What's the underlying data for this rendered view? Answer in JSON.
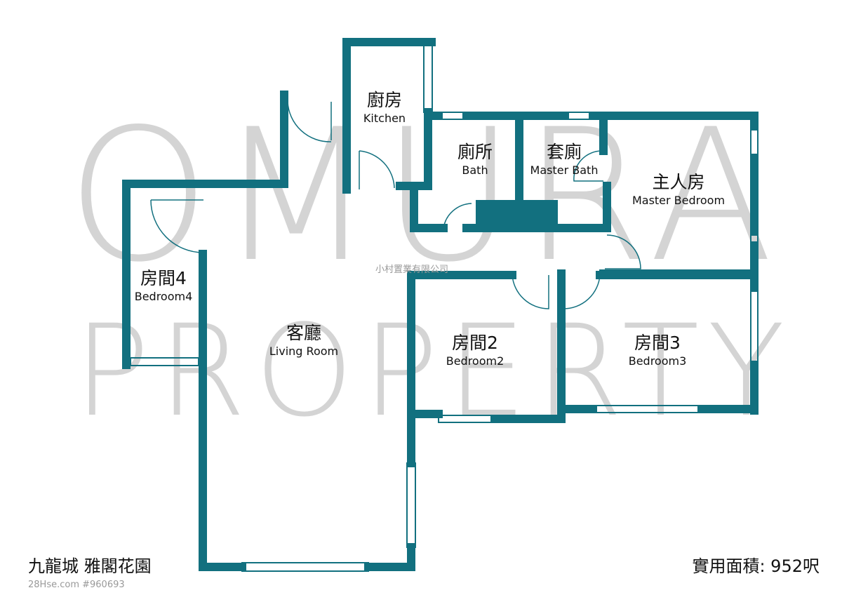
{
  "watermark": {
    "line1": "OMURA",
    "line2": "PROPERTY",
    "company": "小村置業有限公司",
    "site": "28Hse.com #960693"
  },
  "rooms": [
    {
      "zh": "廚房",
      "en": "Kitchen"
    },
    {
      "zh": "廁所",
      "en": "Bath"
    },
    {
      "zh": "套廁",
      "en": "Master Bath"
    },
    {
      "zh": "主人房",
      "en": "Master Bedroom"
    },
    {
      "zh": "房間4",
      "en": "Bedroom4"
    },
    {
      "zh": "客廳",
      "en": "Living Room"
    },
    {
      "zh": "房間2",
      "en": "Bedroom2"
    },
    {
      "zh": "房間3",
      "en": "Bedroom3"
    }
  ],
  "footer": {
    "estate": "九龍城 雅閣花園",
    "area": "實用面積: 952呎"
  },
  "colors": {
    "wall": "#12707f",
    "watermark": "#d4d4d4"
  }
}
